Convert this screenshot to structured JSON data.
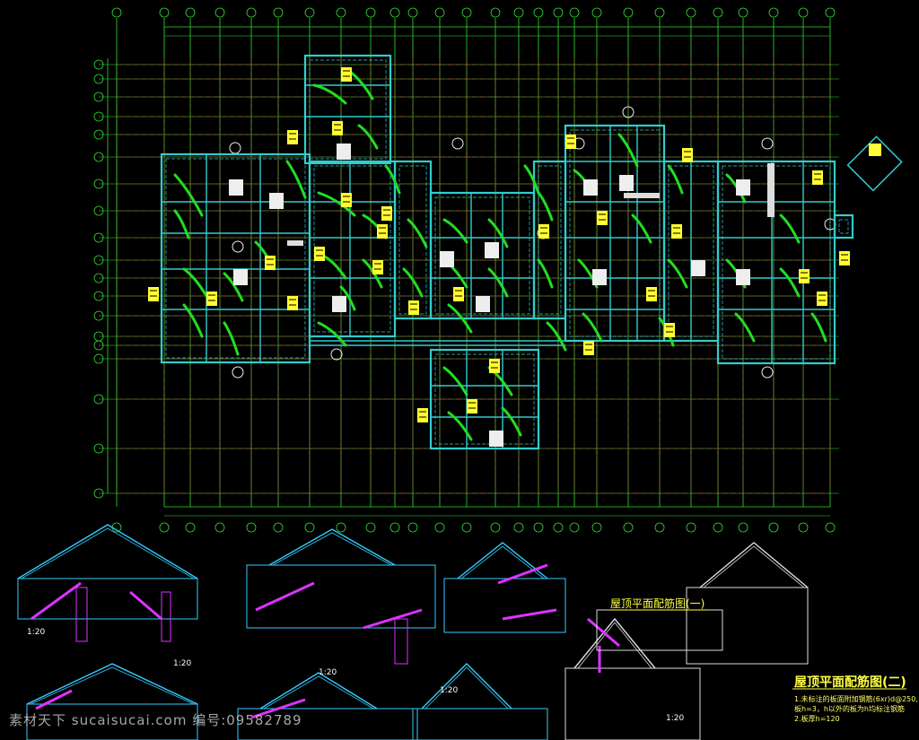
{
  "drawing": {
    "title_1": "屋顶平面配筋图(一)",
    "title_2": "屋顶平面配筋图(二)",
    "note_1": "1.未标注的板面附加钢筋(6xr)d@250,",
    "note_2": "  板h=3，h以外的板为h均标注钢筋",
    "note_3": "2.板厚h=120",
    "scale_a": "1:20",
    "scale_b": "1:20",
    "scale_c": "1:20",
    "scale_d": "1:20",
    "scale_e": "1:20"
  },
  "colors": {
    "background": "#000000",
    "grid_axis": "#33dd33",
    "grid_dashed": "#a0522d",
    "beam": "#33cccc",
    "rebar": "#22dd22",
    "label_block": "#ffff33",
    "section_line": "#33ccff",
    "section_magenta": "#dd33ff",
    "text": "#ffffff"
  },
  "watermark": {
    "text": "素材天下 sucaisucai.com  编号:09582789"
  }
}
